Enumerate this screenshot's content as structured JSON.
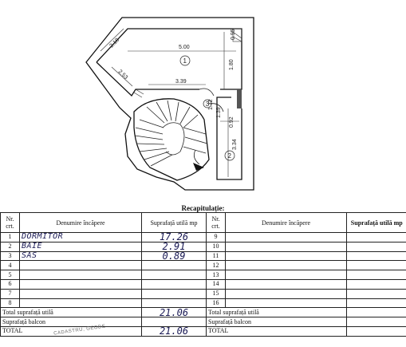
{
  "plan": {
    "dimensions": {
      "top_width": "5.00",
      "corner_small": "0.95",
      "left_diag_top": "2.18",
      "left_diag": "2.53",
      "right_height": "1.80",
      "mid_width": "3.39",
      "small_a": "1.72",
      "small_b": "1.39",
      "small_c": "0.92",
      "small_d": "3.34"
    },
    "room_labels": [
      "1",
      "2",
      "3"
    ]
  },
  "recap": {
    "title": "Recapitulație:",
    "headers": {
      "nr": "Nr. crt.",
      "name": "Denumire încăpere",
      "area": "Suprafață utilă mp"
    },
    "left_rows": [
      {
        "nr": "1",
        "name": "DORMITOR",
        "area": "17.26"
      },
      {
        "nr": "2",
        "name": "BAIE",
        "area": "2.91"
      },
      {
        "nr": "3",
        "name": "SAS",
        "area": "0.89"
      },
      {
        "nr": "4",
        "name": "",
        "area": ""
      },
      {
        "nr": "5",
        "name": "",
        "area": ""
      },
      {
        "nr": "6",
        "name": "",
        "area": ""
      },
      {
        "nr": "7",
        "name": "",
        "area": ""
      },
      {
        "nr": "8",
        "name": "",
        "area": ""
      }
    ],
    "right_rows": [
      {
        "nr": "9"
      },
      {
        "nr": "10"
      },
      {
        "nr": "11"
      },
      {
        "nr": "12"
      },
      {
        "nr": "13"
      },
      {
        "nr": "14"
      },
      {
        "nr": "15"
      },
      {
        "nr": "16"
      }
    ],
    "totals": {
      "total_label": "Total suprafață utilă",
      "total_value": "21.06",
      "balcony_label": "Suprafață balcon",
      "balcony_value": "",
      "grand_label": "TOTAL",
      "grand_value": "21.06"
    }
  },
  "stamp_text": "CADASTRU, GEODE"
}
